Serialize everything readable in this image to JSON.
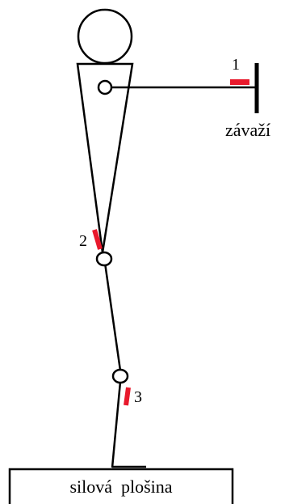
{
  "labels": {
    "marker_1": "1",
    "marker_2": "2",
    "marker_3": "3",
    "weight": "závaží",
    "platform": "silová  plošina"
  },
  "colors": {
    "line": "#000000",
    "marker": "#e8192c",
    "background": "#ffffff"
  },
  "icons": {
    "head": "circle",
    "joint": "ellipse",
    "weight_bar": "vertical-bar"
  }
}
